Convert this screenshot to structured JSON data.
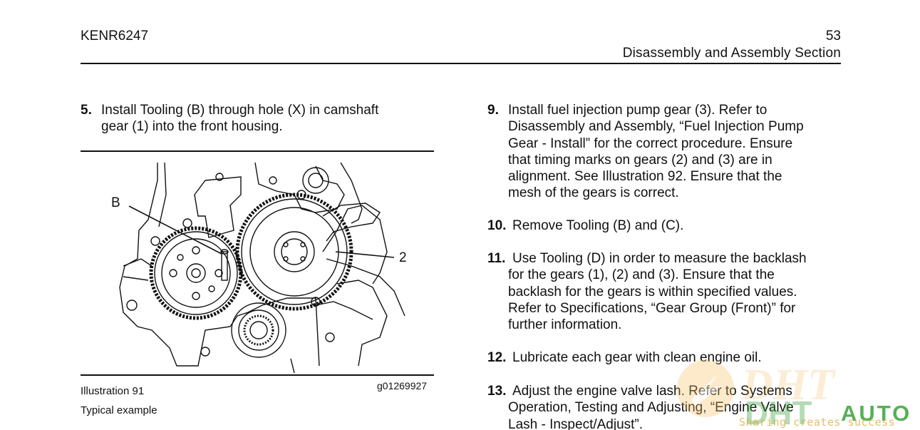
{
  "header": {
    "doc_id": "KENR6247",
    "page_number": "53",
    "section": "Disassembly and Assembly Section"
  },
  "left": {
    "step5": {
      "num": "5.",
      "lines": [
        "Install Tooling (B) through hole (X) in camshaft",
        "gear (1) into the front housing."
      ]
    },
    "figure": {
      "callout_b": "B",
      "callout_2": "2"
    },
    "caption": {
      "title": "Illustration 91",
      "subtitle": "Typical example",
      "code": "g01269927"
    }
  },
  "right": {
    "steps": [
      {
        "num": "9.",
        "lines": [
          "Install fuel injection pump gear (3). Refer to",
          "Disassembly and Assembly, “Fuel Injection Pump",
          "Gear - Install” for the correct procedure. Ensure",
          "that timing marks on gears (2) and (3) are in",
          "alignment. See Illustration 92. Ensure that the",
          "mesh of the gears is correct."
        ]
      },
      {
        "num": "10.",
        "lines": [
          "Remove Tooling (B) and (C)."
        ]
      },
      {
        "num": "11.",
        "lines": [
          "Use Tooling (D) in order to measure the backlash",
          "for the gears (1), (2) and (3). Ensure that the",
          "backlash for the gears is within specified values.",
          "Refer to Specifications, “Gear Group (Front)” for",
          "further information."
        ]
      },
      {
        "num": "12.",
        "lines": [
          "Lubricate each gear with clean engine oil."
        ]
      },
      {
        "num": "13.",
        "lines": [
          "Adjust the engine valve lash. Refer to Systems",
          "Operation, Testing and Adjusting, “Engine Valve",
          "Lash - Inspect/Adjust”."
        ]
      }
    ]
  },
  "watermark": {
    "brand": "AUTO",
    "tagline": "Sharing creates success",
    "accent_green": "#3aa33a",
    "accent_orange": "#f0a030"
  }
}
